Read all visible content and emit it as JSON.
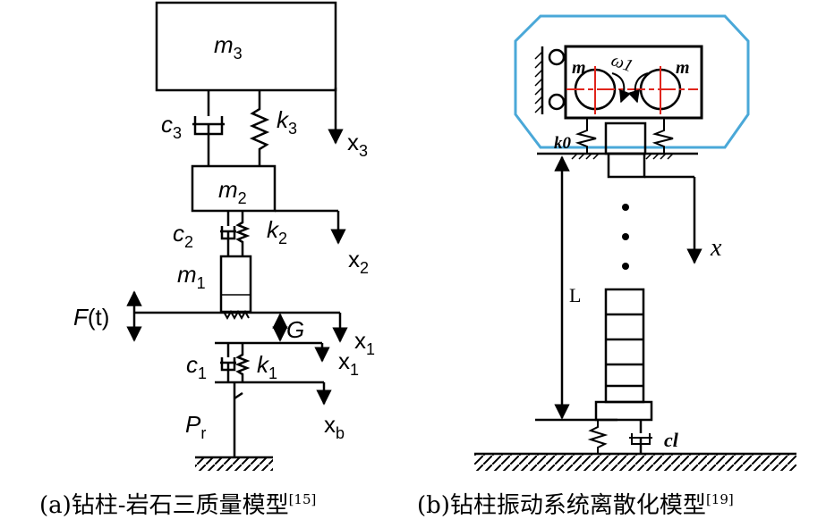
{
  "left": {
    "m3": {
      "base": "m",
      "sub": "3"
    },
    "m2": {
      "base": "m",
      "sub": "2"
    },
    "m1": {
      "base": "m",
      "sub": "1"
    },
    "c3": {
      "base": "c",
      "sub": "3"
    },
    "k3": {
      "base": "k",
      "sub": "3"
    },
    "x3": {
      "base": "x",
      "sub": "3"
    },
    "c2": {
      "base": "c",
      "sub": "2"
    },
    "k2": {
      "base": "k",
      "sub": "2"
    },
    "x2": {
      "base": "x",
      "sub": "2"
    },
    "force": {
      "base": "F",
      "arg": "(t)"
    },
    "gap": "G",
    "x1a": {
      "base": "x",
      "sub": "1"
    },
    "x1b": {
      "base": "x",
      "sub": "1"
    },
    "c1": {
      "base": "c",
      "sub": "1"
    },
    "k1": {
      "base": "k",
      "sub": "1"
    },
    "pr": {
      "base": "P",
      "sub": "r"
    },
    "xb": {
      "base": "x",
      "sub": "b"
    }
  },
  "right": {
    "m_left": "m",
    "m_right": "m",
    "omega": "ω1",
    "k0": "k0",
    "x": "x",
    "length": "L",
    "cl": "cl"
  },
  "captions": {
    "a": {
      "text": "(a)钻柱-岩石三质量模型",
      "ref": "[15]"
    },
    "b": {
      "text": "(b)钻柱振动系统离散化模型",
      "ref": "[19]"
    }
  },
  "colors": {
    "ink": "#000000",
    "frame": "#4aa8d8",
    "marker": "#e0241b"
  }
}
